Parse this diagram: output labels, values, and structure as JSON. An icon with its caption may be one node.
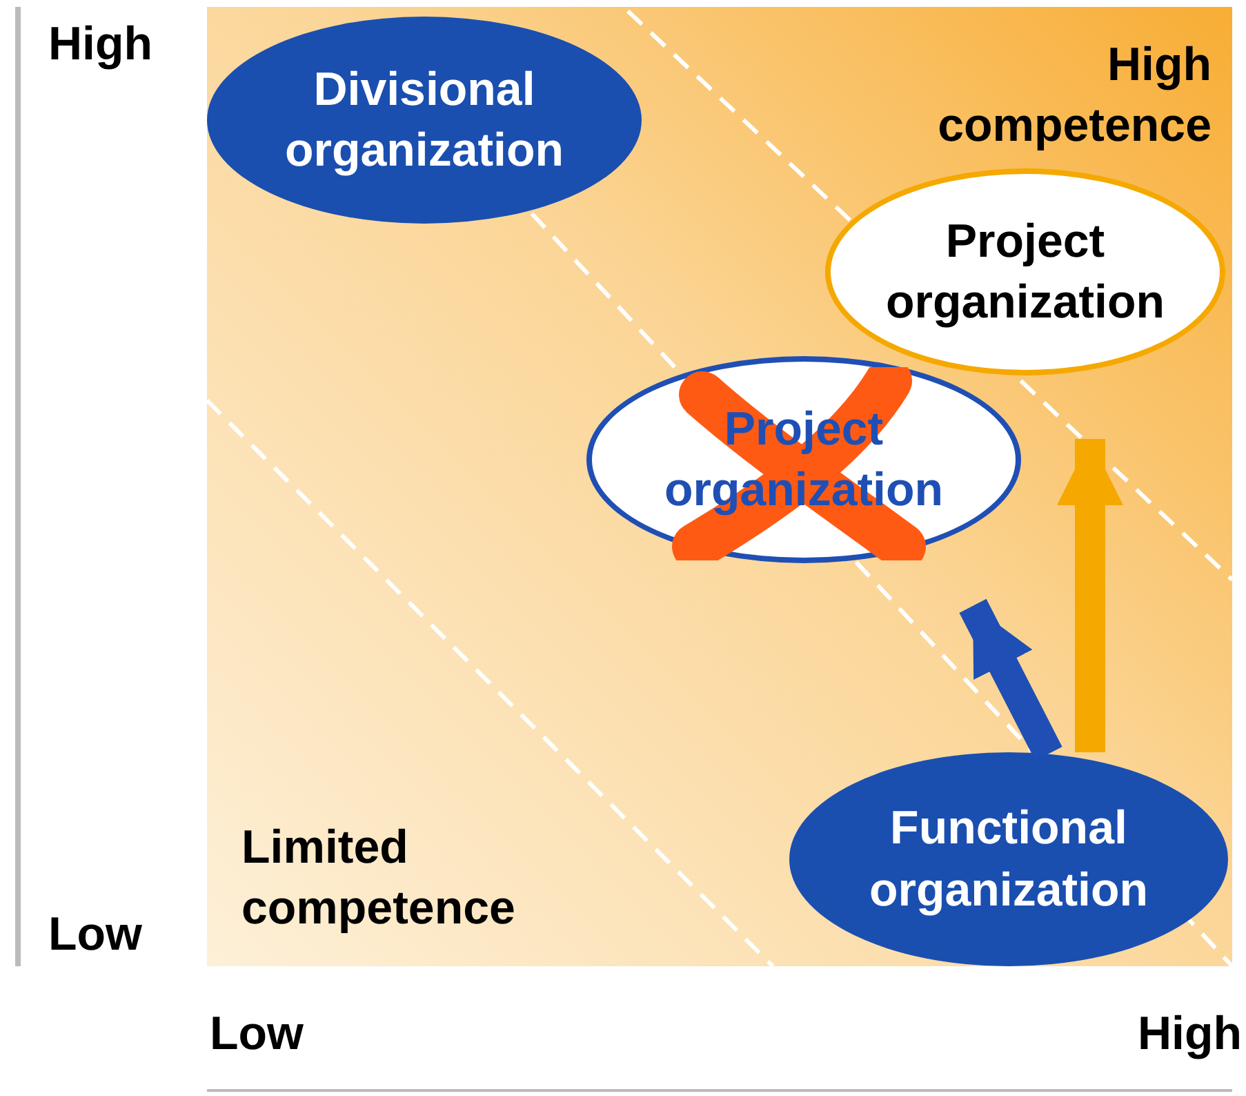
{
  "diagram": {
    "nodes": [
      {
        "text": [
          "Divisional organization"
        ]
      },
      {
        "text": [
          "Project organization"
        ]
      },
      {
        "text": [
          "Project organization"
        ]
      },
      {
        "text": [
          "Functional organization"
        ]
      }
    ],
    "edges": [
      {
        "from": 3,
        "to": 2,
        "arrow": "to",
        "color": "#1f4fb4"
      },
      {
        "from": 3,
        "to": 1,
        "arrow": "to",
        "color": "#f5a800"
      }
    ],
    "labels": [
      "High",
      "High competence",
      "Limited competence",
      "Low",
      "Low",
      "High"
    ]
  }
}
